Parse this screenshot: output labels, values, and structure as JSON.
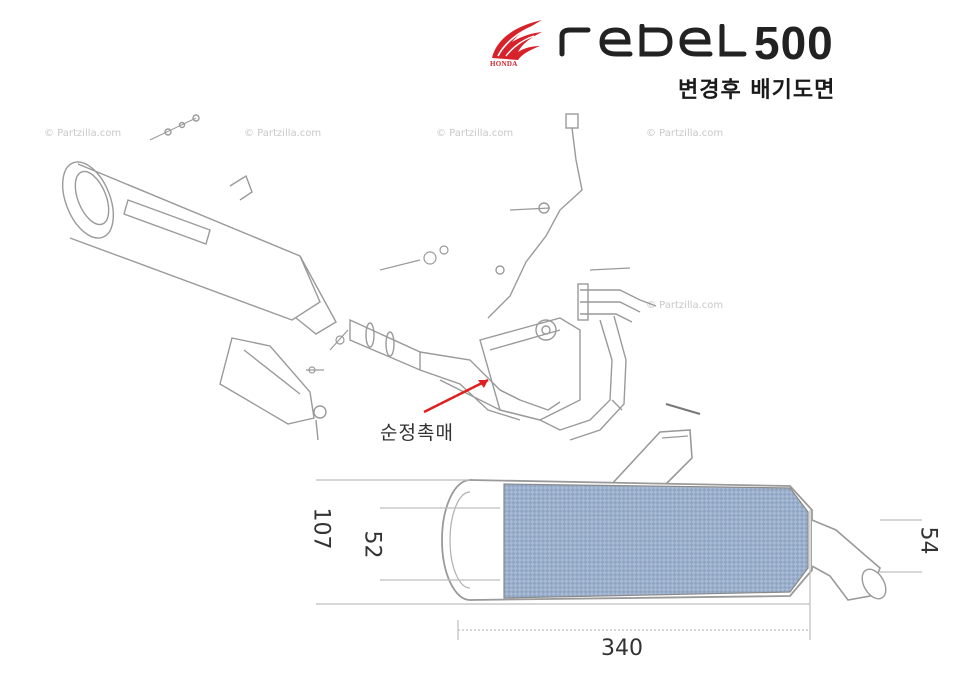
{
  "header": {
    "brand_text": "HONDA",
    "model_text": "rebel",
    "model_number": "500",
    "subtitle": "변경후 배기도면"
  },
  "watermarks": [
    "© Partzilla.com",
    "© Partzilla.com",
    "© Partzilla.com",
    "© Partzilla.com",
    "© Partzilla.com"
  ],
  "annotation": {
    "label": "순정촉매"
  },
  "dimensions": {
    "height_total": "107",
    "height_inner": "52",
    "outlet": "54",
    "length": "340"
  },
  "colors": {
    "honda_red": "#d7222b",
    "carbon_blue": "#9fb3cf",
    "line_gray": "#9a9a9a",
    "callout_red": "#e02020"
  }
}
